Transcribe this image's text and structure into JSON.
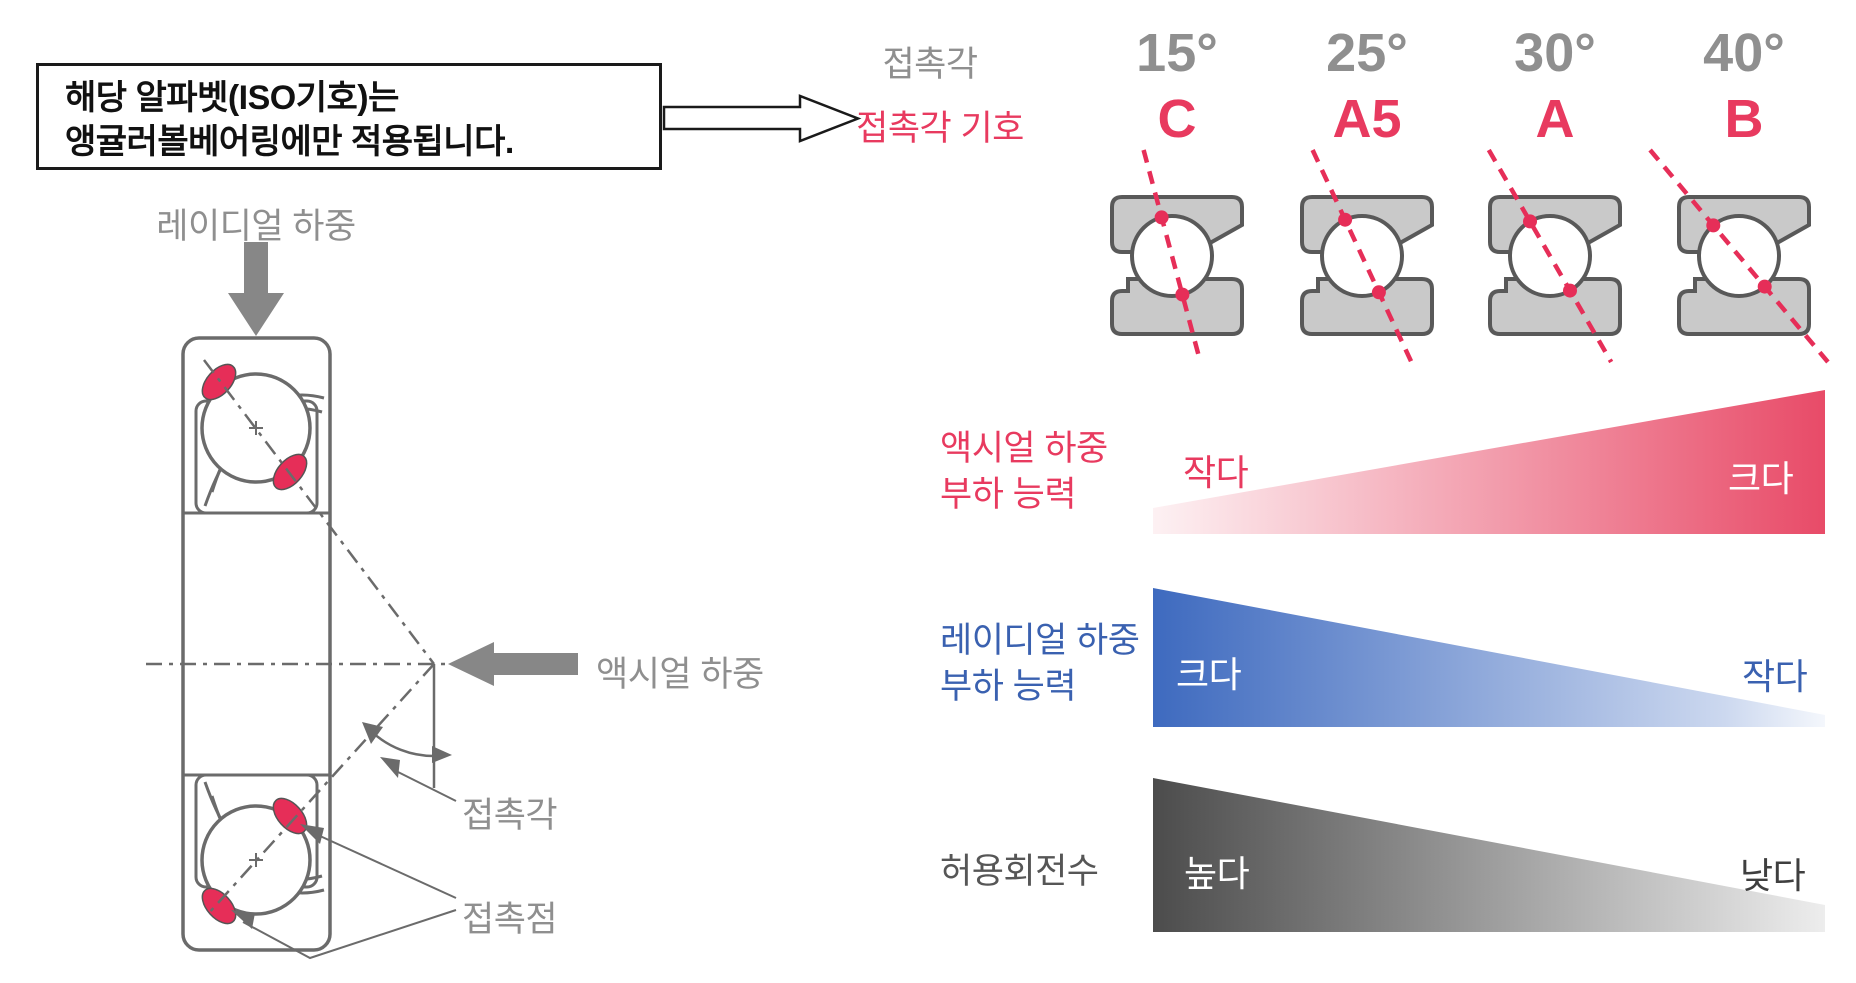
{
  "callout": {
    "lines": [
      "해당 알파벳(ISO기호)는",
      "앵귤러볼베어링에만 적용됩니다."
    ]
  },
  "left_diagram": {
    "radial_load_label": "레이디얼 하중",
    "axial_load_label": "액시얼 하중",
    "contact_angle_label": "접촉각",
    "contact_point_label": "접촉점"
  },
  "comparison": {
    "angle_row_label": "접촉각",
    "symbol_row_label": "접촉각 기호",
    "columns": [
      {
        "angle": "15°",
        "symbol": "C"
      },
      {
        "angle": "25°",
        "symbol": "A5"
      },
      {
        "angle": "30°",
        "symbol": "A"
      },
      {
        "angle": "40°",
        "symbol": "B"
      }
    ],
    "bars": [
      {
        "id": "axial-load-capacity",
        "label_lines": [
          "액시얼 하중",
          "부하 능력"
        ],
        "left_value": "작다",
        "right_value": "크다",
        "trend": "increasing-to-right",
        "color": "#e84b68"
      },
      {
        "id": "radial-load-capacity",
        "label_lines": [
          "레이디얼 하중",
          "부하 능력"
        ],
        "left_value": "크다",
        "right_value": "작다",
        "trend": "decreasing-to-right",
        "color": "#3e6abf"
      },
      {
        "id": "allowable-speed",
        "label_lines": [
          "허용회전수"
        ],
        "left_value": "높다",
        "right_value": "낮다",
        "trend": "decreasing-to-right",
        "color": "#4c4c4c"
      }
    ]
  },
  "colors": {
    "accent_pink": "#e83a5f",
    "contact_line_red": "#e62e58",
    "blue_text": "#3a61b0",
    "gray_text": "#8f8f8f",
    "block_fill": "#c9c9c9",
    "block_stroke": "#595959",
    "diagram_stroke": "#6b6b6b",
    "thick_arrow_gray": "#878787"
  }
}
